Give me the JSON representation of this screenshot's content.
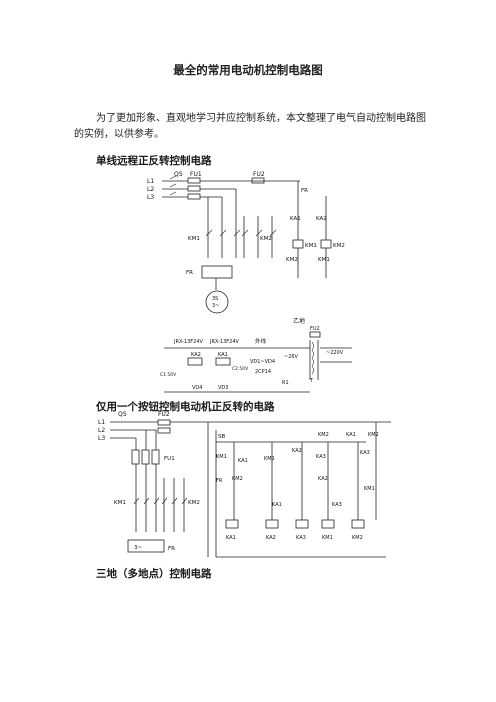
{
  "document": {
    "title": "最全的常用电动机控制电路图",
    "intro": "为了更加形象、直观地学习并应控制系统，本文整理了电气自动控制电路图的实例，以供参考。",
    "sections": [
      {
        "heading": "单线远程正反转控制电路"
      },
      {
        "heading": "仅用一个按钮控制电动机正反转的电路"
      },
      {
        "heading": "三地（多地点）控制电路"
      }
    ]
  },
  "diagram1": {
    "lines": [
      "L1",
      "L2",
      "L3"
    ],
    "qs": "QS",
    "fu1": "FU1",
    "fu2": "FU2",
    "fr": "FR",
    "km1": "KM1",
    "km2": "KM2",
    "ka1": "KA1",
    "ka2": "KA2",
    "motor": "3S",
    "motor_sub": "3~",
    "relay1": "JRX-13F24V",
    "relay2": "JRX-13F24V",
    "wire_label": "外线",
    "b_label": "乙地",
    "vd1": "VD1~VD4",
    "vd_c": "2CP14",
    "vd3": "VD3",
    "vd4": "VD4",
    "cap1": "C1 50V",
    "cap2": "C2 50V",
    "v_label": "~26V",
    "v220": "~220V",
    "r1": "R1",
    "t_label": "T"
  },
  "diagram2": {
    "lines": [
      "L1",
      "L2",
      "L3"
    ],
    "qs": "QS",
    "fu1": "FU1",
    "fu2": "FU2",
    "fr": "FR",
    "sb": "SB",
    "km1": "KM1",
    "km2": "KM2",
    "ka1": "KA1",
    "ka2": "KA2",
    "ka3": "KA3",
    "motor_sub": "3~"
  }
}
